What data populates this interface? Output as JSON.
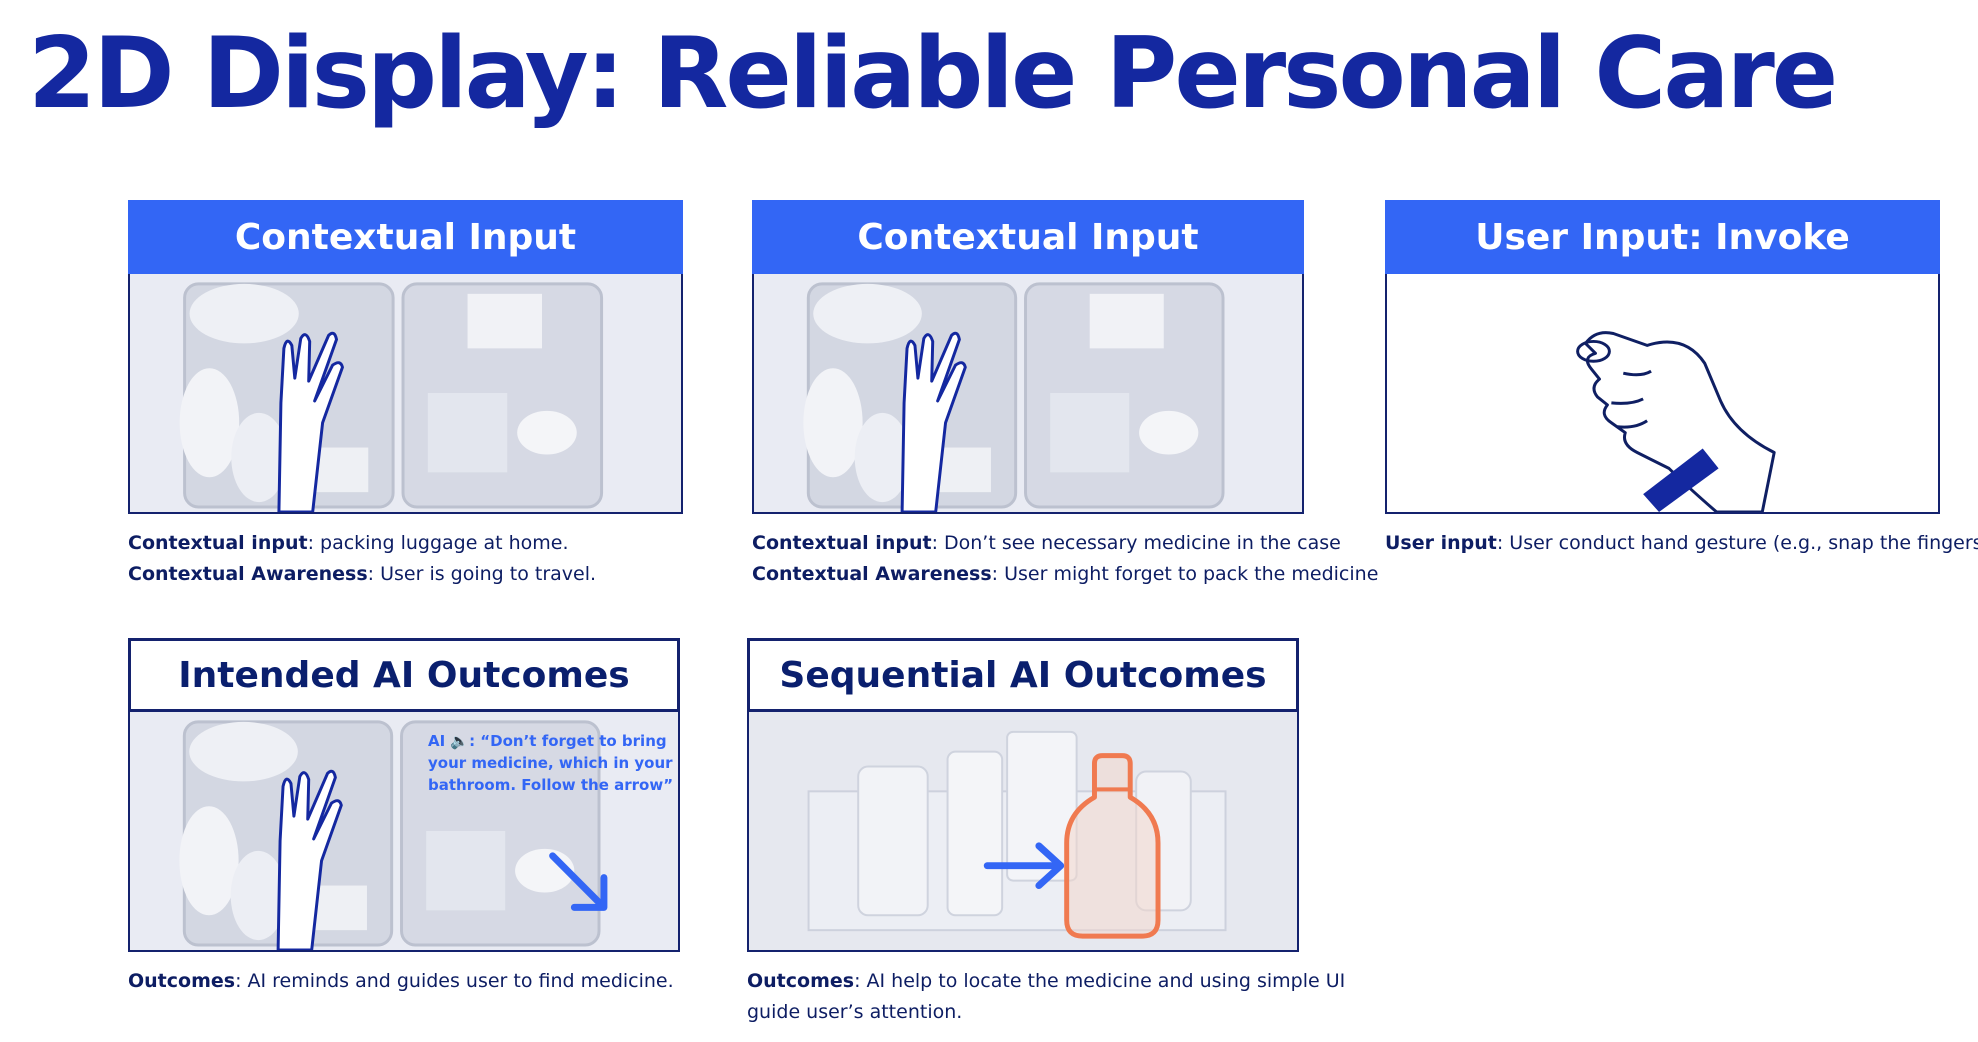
{
  "title": "2D Display: Reliable Personal Care",
  "panels": {
    "p1": {
      "header": "Contextual Input",
      "caption": [
        {
          "label": "Contextual input",
          "text": ": packing luggage at home."
        },
        {
          "label": "Contextual Awareness",
          "text": ": User is going to travel."
        }
      ]
    },
    "p2": {
      "header": "Contextual Input",
      "caption": [
        {
          "label": "Contextual input",
          "text": ": Don’t see necessary medicine in the case"
        },
        {
          "label": "Contextual Awareness",
          "text": ": User might forget to pack the medicine"
        }
      ]
    },
    "p3": {
      "header": "User Input: Invoke",
      "caption": [
        {
          "label": "User input",
          "text": ": User conduct hand gesture (e.g., snap the fingers)"
        }
      ]
    },
    "p4": {
      "header": "Intended AI Outcomes",
      "ai_message": "AI 🔈: “Don’t forget to bring your medicine, which in your bathroom. Follow the arrow”",
      "caption": [
        {
          "label": "Outcomes",
          "text": ": AI reminds and guides user to find medicine."
        }
      ]
    },
    "p5": {
      "header": "Sequential AI Outcomes",
      "caption": [
        {
          "label": "Outcomes",
          "text": ": AI help to locate the medicine and using simple UI"
        },
        {
          "label": "",
          "text": "guide user’s attention."
        }
      ]
    }
  },
  "colors": {
    "title": "#1428a0",
    "header_fill": "#3366f5",
    "outline": "#14226e",
    "arrow": "#3366f5",
    "highlight": "#f07a50"
  },
  "icons": [
    "hand-outline-icon",
    "snap-gesture-hand-icon",
    "wristband-icon",
    "diagonal-arrow-icon",
    "right-arrow-icon",
    "medicine-bottle-highlight-icon"
  ]
}
